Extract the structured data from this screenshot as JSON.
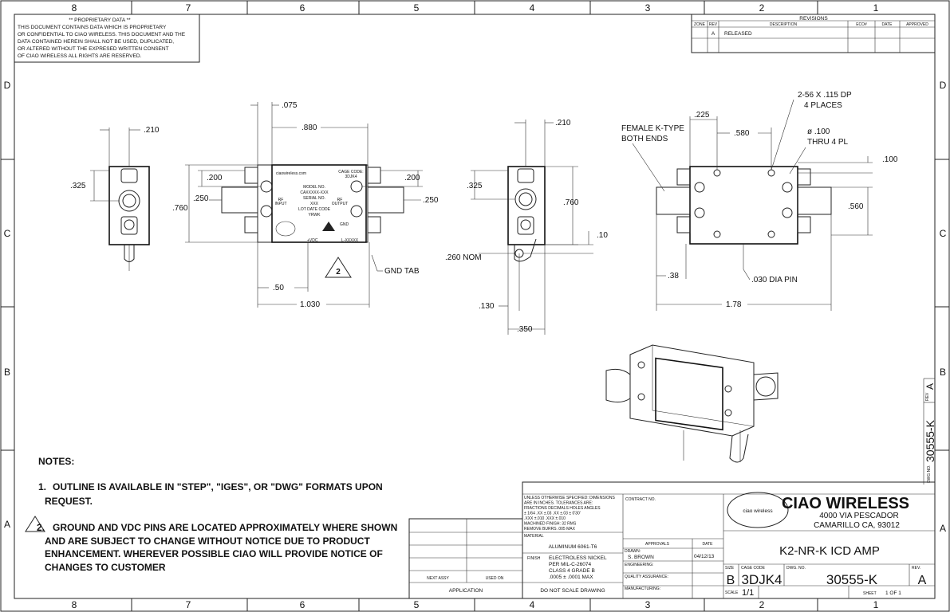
{
  "proprietary": {
    "title": "** PROPRIETARY DATA **",
    "lines": [
      "THIS DOCUMENT CONTAINS DATA WHICH IS PROPRIETARY",
      "OR CONFIDENTIAL TO CIAO WIRELESS. THIS DOCUMENT AND THE",
      "DATA CONTAINED HEREIN SHALL NOT BE USED, DUPLICATED,",
      "OR ALTERED WITHOUT THE EXPRESED WRITTEN CONSENT",
      " OF CIAO WIRELESS  ALL RIGHTS ARE RESERVED."
    ]
  },
  "zones": {
    "columns": [
      "8",
      "7",
      "6",
      "5",
      "4",
      "3",
      "2",
      "1"
    ],
    "rows": [
      "D",
      "C",
      "B",
      "A"
    ]
  },
  "revisions": {
    "title": "REVISIONS",
    "headers": [
      "ZONE",
      "REV",
      "DESCRIPTION",
      "ECO#",
      "DATE",
      "APPROVED"
    ],
    "rows": [
      {
        "zone": "",
        "rev": "A",
        "description": "RELEASED",
        "eco": "",
        "date": "",
        "approved": ""
      }
    ]
  },
  "dimensions": {
    "end_view_left": [
      ".210",
      ".325"
    ],
    "top_view": [
      ".075",
      ".880",
      ".200",
      ".760",
      ".250",
      ".200",
      ".250",
      ".50",
      "1.030"
    ],
    "end_view_right": [
      ".210",
      ".325",
      ".760",
      ".10",
      ".260 NOM",
      ".130",
      ".350"
    ],
    "side_view": [
      ".225",
      ".580",
      ".100",
      ".560",
      ".38",
      "1.78"
    ],
    "callouts": [
      "2-56 X .115 DP",
      "4 PLACES",
      "ø .100",
      "THRU 4 PL",
      "FEMALE K-TYPE",
      "BOTH ENDS",
      ".030 DIA PIN",
      "GND TAB"
    ]
  },
  "label": {
    "website": "ciaowireless.com",
    "cage_label": "CAGE CODE:",
    "cage": "3DJK4",
    "model_label": "MODEL NO.",
    "model": "CAXXXXX-XXX",
    "serial_label": "SERIAL NO.",
    "serial": "XXX",
    "lot_label": "LOT DATE CODE",
    "lot": "YRWK",
    "rf_input": [
      "RF",
      "INPUT"
    ],
    "rf_output": [
      "RF",
      "OUTPUT"
    ],
    "gnd": "GND",
    "vdc": "+VDC",
    "lot_no": "L-XXXXX"
  },
  "note_flag": "2",
  "notes": {
    "title": "NOTES:",
    "items": [
      {
        "num": "1.",
        "lines": [
          "OUTLINE IS AVAILABLE IN \"STEP\", \"IGES\", OR \"DWG\" FORMATS UPON",
          "REQUEST."
        ]
      },
      {
        "num": "2.",
        "lines": [
          "GROUND AND VDC PINS ARE LOCATED APPROXIMATELY WHERE SHOWN",
          "AND ARE SUBJECT TO CHANGE WITHOUT NOTICE DUE TO PRODUCT",
          "ENHANCEMENT. WHEREVER POSSIBLE CIAO WILL PROVIDE NOTICE OF",
          "CHANGES TO CUSTOMER"
        ]
      }
    ]
  },
  "title_block": {
    "next_assy": "NEXT ASSY",
    "used_on": "USED ON",
    "application": "APPLICATION",
    "tolerances": [
      "UNLESS OTHERWISE SPECIFIED: DIMENSIONS",
      "ARE IN INCHES.  TOLERANCES ARE:",
      "FRACTIONS   DECIMALS    HOLES     ANGLES",
      "± 1/64   .XX ±.03    .XX ±.03    ± 0'30'",
      "           .XXX ±.010  .XXX ±.010",
      "MACHINED FINISH: 32 RMS",
      "REMOVE BURRS .005 MAX"
    ],
    "material_label": "MATERIAL",
    "material": "ALUMINUM 6061-T6",
    "finish_label": "FINISH",
    "finish": [
      "ELECTROLESS NICKEL",
      "PER MIL-C-26074",
      "CLASS 4  GRADE B",
      ".0005 ± .0001 MAX"
    ],
    "do_not_scale": "DO NOT SCALE DRAWING",
    "contract_label": "CONTRACT NO.",
    "approvals": "APPROVALS",
    "date_label": "DATE",
    "drawn_label": "DRAWN:",
    "drawn_by": "S. BROWN",
    "drawn_date": "04/12/13",
    "engineering": "ENGINEERING:",
    "quality": "QUALITY ASSURANCE:",
    "manufacturing": "MANUFACTURING:",
    "company": "CIAO WIRELESS",
    "logo_text": "ciao wireless",
    "address1": "4000 VIA PESCADOR",
    "address2": "CAMARILLO CA, 93012",
    "drawing_title": "K2-NR-K ICD AMP",
    "size_label": "SIZE",
    "size": "B",
    "cage_label": "CAGE CODE",
    "cage": "3DJK4",
    "dwg_label": "DWG. NO.",
    "dwg_no": "30555-K",
    "rev_label": "REV.",
    "rev": "A",
    "scale_label": "SCALE",
    "scale": "1/1",
    "sheet_label": "SHEET",
    "sheet": "1 OF 1"
  },
  "side_stamp": {
    "dwg_no": "30555-K",
    "rev_label": "REV",
    "rev": "A",
    "dwg_label": "DWG NO."
  }
}
